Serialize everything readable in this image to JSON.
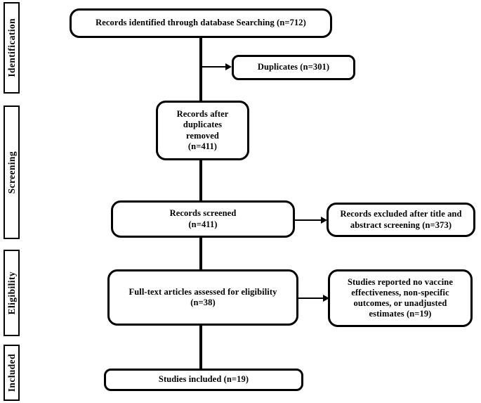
{
  "diagram": {
    "title": "PRISMA Study Selection Flow Diagram",
    "type": "flowchart",
    "colors": {
      "stroke": "#000000",
      "fill": "#ffffff",
      "text": "#000000"
    }
  },
  "stages": [
    {
      "id": "identification",
      "label": "Identification"
    },
    {
      "id": "screening",
      "label": "Screening"
    },
    {
      "id": "eligibility",
      "label": "Eligibility"
    },
    {
      "id": "included",
      "label": "Included"
    }
  ],
  "nodes": {
    "records_identified": {
      "id": "records-identified",
      "lines": [
        "Records identified through database Searching (n=712)"
      ],
      "text": "Records identified through database Searching (n=712)",
      "count": 712,
      "stage": "identification"
    },
    "duplicates": {
      "id": "duplicates",
      "lines": [
        "Duplicates (n=301)"
      ],
      "text": "Duplicates (n=301)",
      "count": 301,
      "stage": "identification"
    },
    "records_after_duplicates": {
      "id": "records-after-duplicates-removed",
      "line1": "Records after",
      "line2": "duplicates",
      "line3": "removed",
      "line4": "(n=411)",
      "count": 411,
      "stage": "screening"
    },
    "records_screened": {
      "id": "records-screened",
      "line1": "Records screened",
      "line2": "(n=411)",
      "count": 411,
      "stage": "screening"
    },
    "records_excluded": {
      "id": "records-excluded",
      "line1": "Records excluded after title and",
      "line2": "abstract screening (n=373)",
      "count": 373,
      "stage": "screening"
    },
    "full_text_assessed": {
      "id": "full-text-articles-assessed",
      "line1": "Full-text articles assessed for eligibility",
      "line2": "(n=38)",
      "count": 38,
      "stage": "eligibility"
    },
    "studies_excluded": {
      "id": "studies-excluded-reasons",
      "line1": "Studies reported no vaccine",
      "line2": "effectiveness, non-specific",
      "line3": "outcomes, or unadjusted",
      "line4": "estimates (n=19)",
      "count": 19,
      "stage": "eligibility"
    },
    "studies_included": {
      "id": "studies-included",
      "lines": [
        "Studies included (n=19)"
      ],
      "text": "Studies included (n=19)",
      "count": 19,
      "stage": "included"
    }
  },
  "chart_data": {
    "type": "diagram",
    "title": "PRISMA Flow Diagram",
    "stages": [
      "Identification",
      "Screening",
      "Eligibility",
      "Included"
    ],
    "nodes": [
      {
        "label": "Records identified through database Searching",
        "n": 712,
        "stage": "Identification",
        "kind": "main"
      },
      {
        "label": "Duplicates",
        "n": 301,
        "stage": "Identification",
        "kind": "excluded"
      },
      {
        "label": "Records after duplicates removed",
        "n": 411,
        "stage": "Screening",
        "kind": "main"
      },
      {
        "label": "Records screened",
        "n": 411,
        "stage": "Screening",
        "kind": "main"
      },
      {
        "label": "Records excluded after title and abstract screening",
        "n": 373,
        "stage": "Screening",
        "kind": "excluded"
      },
      {
        "label": "Full-text articles assessed for eligibility",
        "n": 38,
        "stage": "Eligibility",
        "kind": "main"
      },
      {
        "label": "Studies reported no vaccine effectiveness, non-specific outcomes, or unadjusted estimates",
        "n": 19,
        "stage": "Eligibility",
        "kind": "excluded"
      },
      {
        "label": "Studies included",
        "n": 19,
        "stage": "Included",
        "kind": "main"
      }
    ],
    "edges": [
      {
        "from": "Records identified through database Searching",
        "to": "Duplicates",
        "direction": "right"
      },
      {
        "from": "Records identified through database Searching",
        "to": "Records after duplicates removed",
        "direction": "down"
      },
      {
        "from": "Records after duplicates removed",
        "to": "Records screened",
        "direction": "down"
      },
      {
        "from": "Records screened",
        "to": "Records excluded after title and abstract screening",
        "direction": "right"
      },
      {
        "from": "Records screened",
        "to": "Full-text articles assessed for eligibility",
        "direction": "down"
      },
      {
        "from": "Full-text articles assessed for eligibility",
        "to": "Studies reported no vaccine effectiveness, non-specific outcomes, or unadjusted estimates",
        "direction": "right"
      },
      {
        "from": "Full-text articles assessed for eligibility",
        "to": "Studies included",
        "direction": "down"
      }
    ]
  }
}
